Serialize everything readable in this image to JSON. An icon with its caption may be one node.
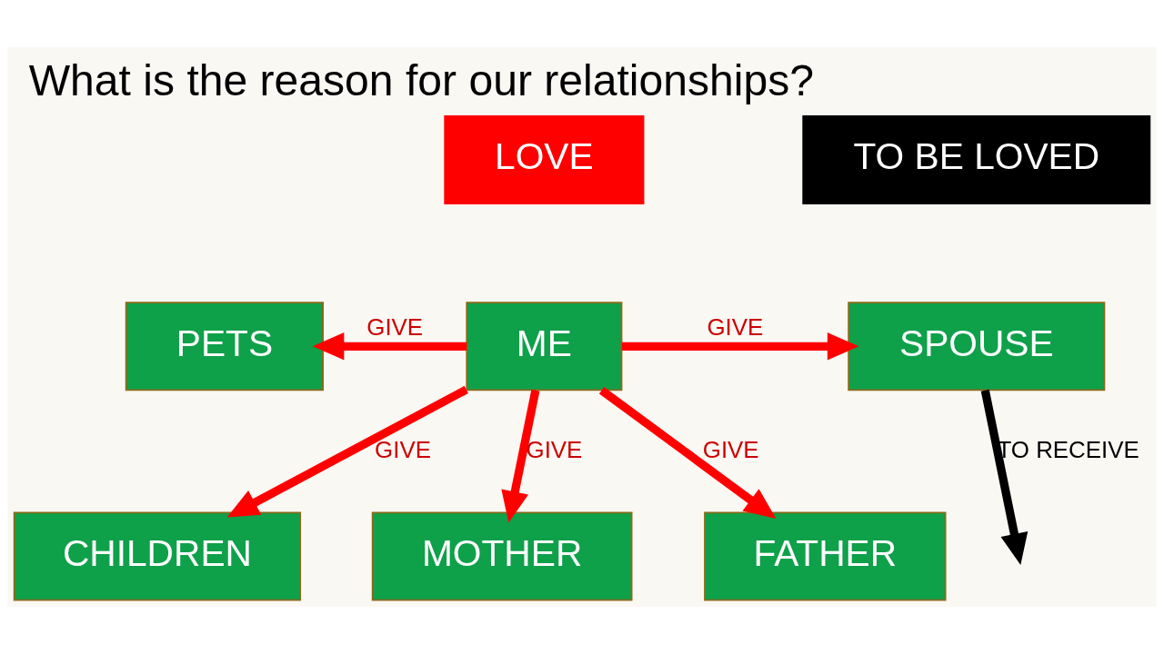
{
  "diagram": {
    "title": "What is the reason for our relationships?",
    "nodes": [
      {
        "text": [
          "ME"
        ]
      },
      {
        "text": [
          "PETS"
        ]
      },
      {
        "text": [
          "SPOUSE"
        ]
      },
      {
        "text": [
          "CHILDREN"
        ]
      },
      {
        "text": [
          "MOTHER"
        ]
      },
      {
        "text": [
          "FATHER"
        ]
      },
      {
        "text": [
          "LOVE"
        ]
      },
      {
        "text": [
          "TO BE LOVED"
        ]
      }
    ],
    "edges": [
      {
        "from": 0,
        "to": 1,
        "arrow": "to",
        "label": "GIVE"
      },
      {
        "from": 0,
        "to": 2,
        "arrow": "to",
        "label": "GIVE"
      },
      {
        "from": 0,
        "to": 3,
        "arrow": "to",
        "label": "GIVE"
      },
      {
        "from": 0,
        "to": 4,
        "arrow": "to",
        "label": "GIVE"
      },
      {
        "from": 0,
        "to": 5,
        "arrow": "to",
        "label": "GIVE"
      },
      {
        "from": 2,
        "to": null,
        "arrow": "to",
        "label": "TO RECEIVE",
        "color": "#000000"
      }
    ]
  }
}
